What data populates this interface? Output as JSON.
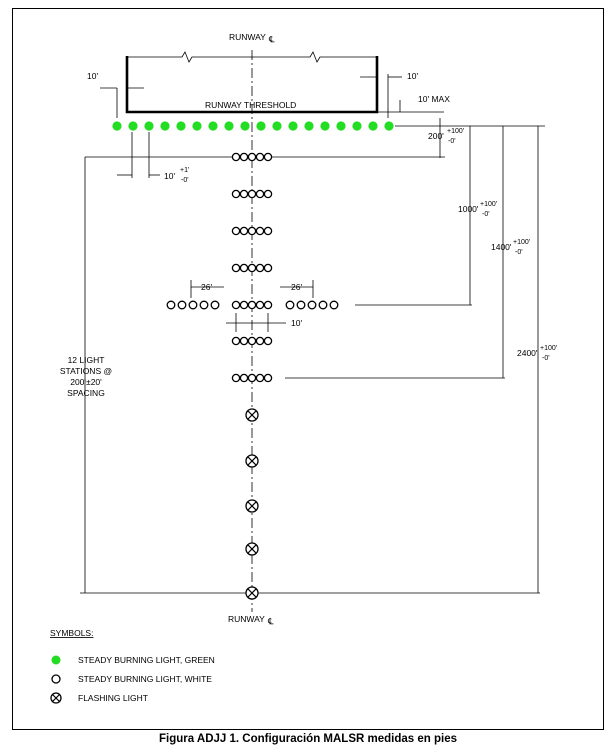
{
  "colors": {
    "green_light": "#22dd22",
    "white_light": "#ffffff",
    "line": "#000000"
  },
  "labels": {
    "runway_cl_top": "RUNWAY",
    "runway_cl_bottom": "RUNWAY",
    "cl_symbol": "℄",
    "runway_threshold": "RUNWAY THRESHOLD",
    "offset_left": "10'",
    "offset_right": "10'",
    "ten_max": "10' MAX",
    "dim_200": "200'",
    "dim_1000": "1000'",
    "dim_1400": "1400'",
    "dim_2400": "2400'",
    "tol_100": "+100'",
    "tol_0": "-0'",
    "dim_10_spacing": "10'",
    "tol_plus1": "+1'",
    "tol_minus0": "-0'",
    "dim_26_left": "26'",
    "dim_26_right": "26'",
    "dim_10_bottom": "10'",
    "stations_1": "12 LIGHT",
    "stations_2": "STATIONS @",
    "stations_3": "200'±20'",
    "stations_4": "SPACING"
  },
  "legend": {
    "title": "SYMBOLS:",
    "items": [
      {
        "icon": "green-light-icon",
        "label": "STEADY BURNING LIGHT, GREEN"
      },
      {
        "icon": "white-light-icon",
        "label": "STEADY BURNING LIGHT, WHITE"
      },
      {
        "icon": "flashing-light-icon",
        "label": "FLASHING LIGHT"
      }
    ]
  },
  "caption": "Figura ADJJ 1. Configuración MALSR medidas en pies"
}
